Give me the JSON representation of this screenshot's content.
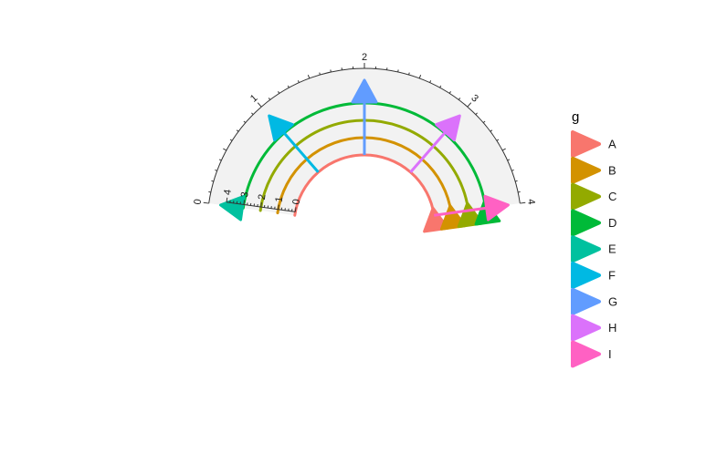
{
  "chart_data": {
    "type": "radial-arrow",
    "coord": "polar",
    "theta": {
      "range": [
        0,
        4
      ],
      "ticks": [
        0,
        1,
        2,
        3,
        4
      ],
      "tick_labels": [
        "0",
        "1",
        "2",
        "3",
        "4"
      ]
    },
    "radius": {
      "range": [
        0,
        4
      ],
      "ticks": [
        0,
        1,
        2,
        3,
        4
      ],
      "tick_labels": [
        "0",
        "1",
        "2",
        "3",
        "4"
      ]
    },
    "series": [
      {
        "name": "A",
        "color": "#F8766D",
        "arc_radius": 0,
        "arrow": {
          "from": [
            4,
            0
          ],
          "to": [
            4,
            0
          ]
        }
      },
      {
        "name": "B",
        "color": "#D39200",
        "arc_radius": 1,
        "arrow": {
          "from": [
            4,
            1
          ],
          "to": [
            4,
            1
          ]
        }
      },
      {
        "name": "C",
        "color": "#93AA00",
        "arc_radius": 2,
        "arrow": {
          "from": [
            4,
            2
          ],
          "to": [
            4,
            2
          ]
        }
      },
      {
        "name": "D",
        "color": "#00BA38",
        "arc_radius": 3,
        "arrow": {
          "from": [
            4,
            3
          ],
          "to": [
            4,
            3
          ]
        }
      },
      {
        "name": "E",
        "color": "#00C19F",
        "arrow": {
          "from": [
            0,
            3
          ],
          "to": [
            0,
            4
          ]
        }
      },
      {
        "name": "F",
        "color": "#00B9E3",
        "arrow": {
          "from": [
            1,
            0
          ],
          "to": [
            1,
            4
          ]
        }
      },
      {
        "name": "G",
        "color": "#619CFF",
        "arrow": {
          "from": [
            2,
            0
          ],
          "to": [
            2,
            4
          ]
        }
      },
      {
        "name": "H",
        "color": "#DB72FB",
        "arrow": {
          "from": [
            3,
            0
          ],
          "to": [
            3,
            4
          ]
        }
      },
      {
        "name": "I",
        "color": "#FF61C3",
        "arrow": {
          "from": [
            4,
            0
          ],
          "to": [
            4,
            4
          ]
        }
      }
    ],
    "legend": {
      "title": "g",
      "position": "right",
      "labels": [
        "A",
        "B",
        "C",
        "D",
        "E",
        "F",
        "G",
        "H",
        "I"
      ]
    },
    "panel_background": "#F2F2F2",
    "grid": false
  }
}
